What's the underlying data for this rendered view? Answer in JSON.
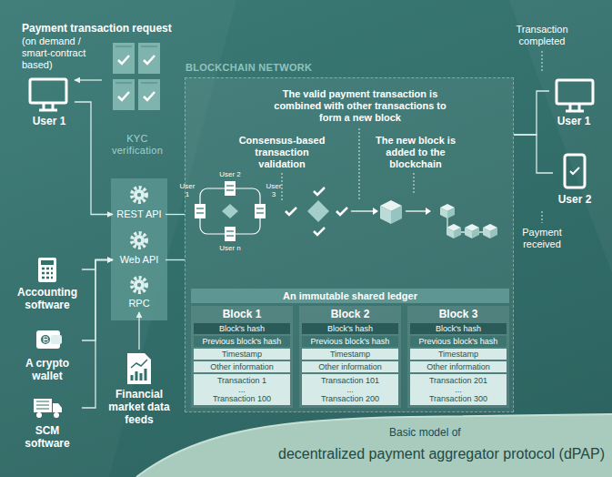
{
  "diagram": {
    "title": "decentralized payment aggregator protocol (dPAP)",
    "caption": "Basic model of",
    "nodes": [
      {
        "text": [
          "User 1"
        ]
      },
      {
        "text": [
          "KYC verification"
        ]
      },
      {
        "text": [
          "REST API"
        ]
      },
      {
        "text": [
          "Web API"
        ]
      },
      {
        "text": [
          "RPC"
        ]
      },
      {
        "text": [
          "Accounting software"
        ]
      },
      {
        "text": [
          "A crypto wallet"
        ]
      },
      {
        "text": [
          "SCM software"
        ]
      },
      {
        "text": [
          "Financial market data feeds"
        ]
      },
      {
        "text": [
          "BLOCKCHAIN NETWORK"
        ]
      },
      {
        "text": [
          "An immutable shared ledger"
        ],
        "in": 9
      },
      {
        "text": [
          "Block 1"
        ],
        "in": 10
      },
      {
        "text": [
          "Block's hash"
        ],
        "in": 11
      },
      {
        "text": [
          "Previous block's hash"
        ],
        "in": 11
      },
      {
        "text": [
          "Timestamp"
        ],
        "in": 11
      },
      {
        "text": [
          "Other information"
        ],
        "in": 11
      },
      {
        "text": [
          "Transaction 1",
          "...",
          "Transaction 100"
        ],
        "in": 11
      },
      {
        "text": [
          "Block 2"
        ],
        "in": 10
      },
      {
        "text": [
          "Block's hash"
        ],
        "in": 17
      },
      {
        "text": [
          "Previous block's hash"
        ],
        "in": 17
      },
      {
        "text": [
          "Timestamp"
        ],
        "in": 17
      },
      {
        "text": [
          "Other information"
        ],
        "in": 17
      },
      {
        "text": [
          "Transaction 101",
          "...",
          "Transaction 200"
        ],
        "in": 17
      },
      {
        "text": [
          "Block 3"
        ],
        "in": 10
      },
      {
        "text": [
          "Block's hash"
        ],
        "in": 23
      },
      {
        "text": [
          "Previous block's hash"
        ],
        "in": 23
      },
      {
        "text": [
          "Timestamp"
        ],
        "in": 23
      },
      {
        "text": [
          "Other information"
        ],
        "in": 23
      },
      {
        "text": [
          "Transaction 201",
          "...",
          "Transaction 300"
        ],
        "in": 23
      },
      {
        "text": [
          "User 1"
        ]
      },
      {
        "text": [
          "User 2"
        ]
      }
    ],
    "edges": [
      {
        "from": 1,
        "to": 0,
        "arrow": "to"
      },
      {
        "from": 0,
        "to": 2,
        "arrow": "to"
      },
      {
        "from": 5,
        "to": 3,
        "arrow": "to"
      },
      {
        "from": 6,
        "to": 3,
        "arrow": "to"
      },
      {
        "from": 7,
        "to": 3,
        "arrow": "to"
      },
      {
        "from": 8,
        "to": 4,
        "arrow": "to"
      },
      {
        "from": 2,
        "to": 9,
        "arrow": "none"
      },
      {
        "from": 3,
        "to": 9,
        "arrow": "none"
      },
      {
        "from": 9,
        "to": 29,
        "arrow": "none"
      },
      {
        "from": 9,
        "to": 30,
        "arrow": "none"
      }
    ],
    "labels": [
      "Payment transaction request",
      "(on demand / smart-contract based)",
      "Transaction completed",
      "The valid payment transaction is combined with other transactions to form a new block",
      "Consensus-based transaction validation",
      "The new block is added to the blockchain",
      "User 2",
      "User 1",
      "User 3",
      "User n",
      "Payment received"
    ]
  }
}
